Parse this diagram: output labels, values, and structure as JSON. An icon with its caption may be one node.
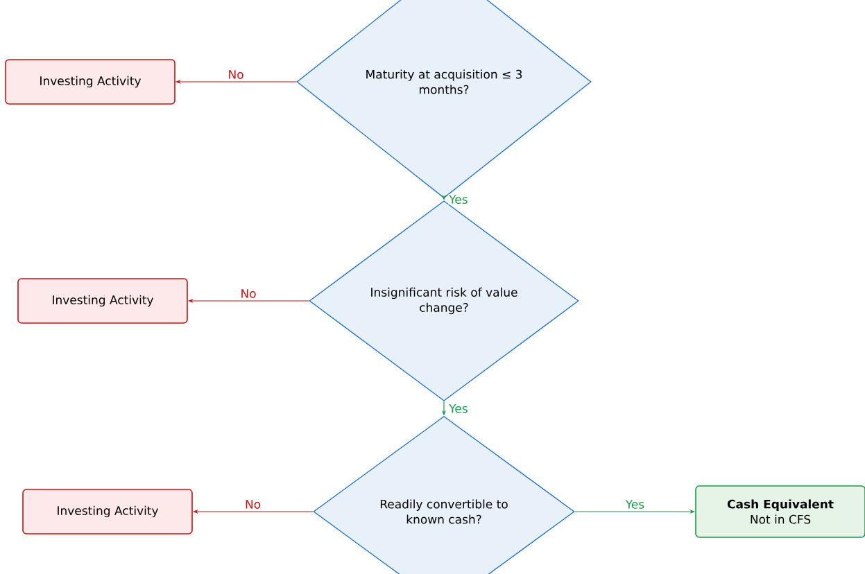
{
  "diagram": {
    "nodes": [
      {
        "text": [
          "Maturity at acquisition ≤ 3 months?"
        ]
      },
      {
        "text": [
          "Investing Activity"
        ]
      },
      {
        "text": [
          "Insignificant risk of value change?"
        ]
      },
      {
        "text": [
          "Investing Activity"
        ]
      },
      {
        "text": [
          "Readily convertible to known cash?"
        ]
      },
      {
        "text": [
          "Investing Activity"
        ]
      },
      {
        "text": [
          "Cash Equivalent",
          "Not in CFS"
        ]
      }
    ],
    "edges": [
      {
        "from": 0,
        "to": 1,
        "arrow": "to",
        "label": "No",
        "color": "#cc1111"
      },
      {
        "from": 0,
        "to": 2,
        "arrow": "to",
        "label": "Yes",
        "color": "#1a9a4a"
      },
      {
        "from": 2,
        "to": 3,
        "arrow": "to",
        "label": "No",
        "color": "#cc1111"
      },
      {
        "from": 2,
        "to": 4,
        "arrow": "to",
        "label": "Yes",
        "color": "#1a9a4a"
      },
      {
        "from": 4,
        "to": 5,
        "arrow": "to",
        "label": "No",
        "color": "#cc1111"
      },
      {
        "from": 4,
        "to": 6,
        "arrow": "to",
        "label": "Yes",
        "color": "#1a9a4a"
      }
    ]
  }
}
